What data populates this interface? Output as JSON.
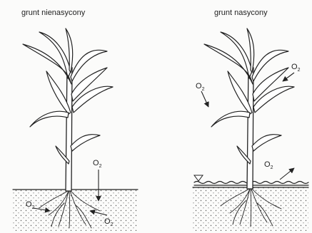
{
  "panels": [
    {
      "caption": "grunt nienasycony",
      "o2_labels": [
        "O",
        "O",
        "O"
      ],
      "o2_sub": "2"
    },
    {
      "caption": "grunt nasycony",
      "o2_labels": [
        "O",
        "O",
        "O"
      ],
      "o2_sub": "2"
    }
  ],
  "colors": {
    "ink": "#222222",
    "paper": "#fbfbfa",
    "soil_dots": "#555555"
  },
  "icons": [
    "water-table-triangle-icon"
  ]
}
